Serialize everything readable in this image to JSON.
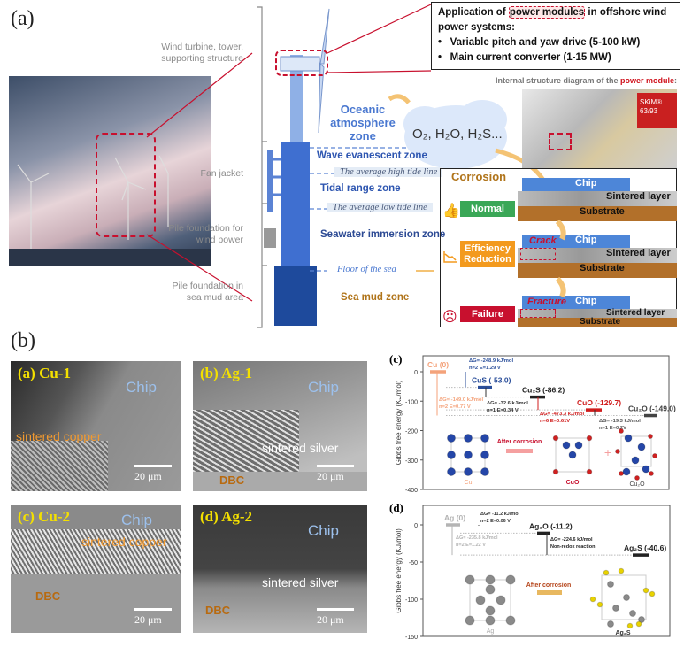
{
  "panel_a": {
    "label": "(a)",
    "left_labels": [
      "Wind turbine, tower, supporting structure",
      "Fan jacket",
      "Pile foundation for wind power",
      "Pile foundation in sea mud area"
    ],
    "zones": {
      "oceanic": "Oceanic atmosphere zone",
      "wave": "Wave evanescent zone",
      "high_tide": "The average high tide line",
      "tidal": "Tidal range zone",
      "low_tide": "The average low tide line",
      "immersion": "Seawater immersion zone",
      "floor": "Floor of the sea",
      "mud": "Sea mud zone"
    },
    "gases": "O₂, H₂O, H₂S...",
    "application_box": {
      "title_pre": "Application of ",
      "title_highlight": "power modules",
      "title_post": " in offshore wind power systems:",
      "items": [
        "Variable pitch and yaw drive  (5-100 kW)",
        "Main current converter  (1-15 MW)"
      ]
    },
    "internal_caption_pre": "Internal structure diagram of the ",
    "internal_caption_highlight": "power module",
    "internal_caption_post": ":",
    "module_text": [
      "SKiM®",
      "63/93"
    ],
    "corrosion": {
      "title": "Corrosion",
      "states": [
        {
          "label": "Normal",
          "color": "#3aa757",
          "icon": "thumbs-up-icon"
        },
        {
          "label": "Efficiency Reduction",
          "color": "#f39a1e",
          "icon": "declining-chart-icon",
          "defect": "Crack"
        },
        {
          "label": "Failure",
          "color": "#c8102e",
          "icon": "sad-face-icon",
          "defect": "Fracture"
        }
      ],
      "layers": {
        "chip": "Chip",
        "sintered": "Sintered layer",
        "substrate": "Substrate"
      }
    }
  },
  "panel_b": {
    "label": "(b)",
    "images": [
      {
        "label": "(a) Cu-1",
        "chip": "Chip",
        "material": "sintered copper",
        "substrate": "",
        "scale": "20 μm"
      },
      {
        "label": "(b) Ag-1",
        "chip": "Chip",
        "material": "sintered silver",
        "substrate": "DBC",
        "scale": "20 μm"
      },
      {
        "label": "(c) Cu-2",
        "chip": "Chip",
        "material": "sintered copper",
        "substrate": "DBC",
        "scale": "20 μm"
      },
      {
        "label": "(d) Ag-2",
        "chip": "Chip",
        "material": "sintered silver",
        "substrate": "DBC",
        "scale": "20 μm"
      }
    ]
  },
  "chart_data": [
    {
      "panel": "(c)",
      "type": "energy-level",
      "ylabel": "Gibbs free energy (KJ/mol)",
      "ylim": [
        -400,
        0
      ],
      "yticks": [
        "0",
        "-100",
        "-200",
        "-300",
        "-400"
      ],
      "levels": [
        {
          "label": "Cu (0)",
          "value": 0,
          "color": "#f4a27a"
        },
        {
          "label": "CuS (-53.0)",
          "value": -53.0,
          "color": "#2a4e9a"
        },
        {
          "label": "Cu₂S (-86.2)",
          "value": -86.2,
          "color": "#222222"
        },
        {
          "label": "CuO (-129.7)",
          "value": -129.7,
          "color": "#d01c1c"
        },
        {
          "label": "Cu₂O (-149.0)",
          "value": -149.0,
          "color": "#444444"
        }
      ],
      "annotations": [
        {
          "lines": [
            "ΔG= -248.9 kJ/mol",
            "n=2 E=1.29 V"
          ],
          "color": "#2a4e9a"
        },
        {
          "lines": [
            "ΔG= -149.0 kJ/mol",
            "n=2 E=0.77 V"
          ],
          "color": "#f4a27a"
        },
        {
          "lines": [
            "ΔG= -32.6 kJ/mol",
            "n=1 E=0.34 V"
          ],
          "color": "#333333"
        },
        {
          "lines": [
            "ΔG= -473.3 kJ/mol",
            "n=6 E=0.61V"
          ],
          "color": "#d01c1c"
        },
        {
          "lines": [
            "ΔG= -19.3 kJ/mol",
            "n=1 E=0.2V"
          ],
          "color": "#555555"
        }
      ],
      "structures": {
        "reactant": "Cu",
        "arrow": "After corrosion",
        "products": [
          "CuO",
          "Cu₂O"
        ]
      }
    },
    {
      "panel": "(d)",
      "type": "energy-level",
      "ylabel": "Gibbs free energy (KJ/mol)",
      "ylim": [
        -150,
        0
      ],
      "yticks": [
        "0",
        "-50",
        "-100",
        "-150"
      ],
      "levels": [
        {
          "label": "Ag (0)",
          "value": 0,
          "color": "#b4b4b4"
        },
        {
          "label": "Ag₂O (-11.2)",
          "value": -11.2,
          "color": "#222222"
        },
        {
          "label": "Ag₂S (-40.6)",
          "value": -40.6,
          "color": "#222222"
        }
      ],
      "annotations": [
        {
          "lines": [
            "ΔG= -11.2 kJ/mol",
            "n=2  E=0.06 V"
          ],
          "color": "#333333"
        },
        {
          "lines": [
            "ΔG= -235.8 kJ/mol",
            "n=2  E=1.22 V"
          ],
          "color": "#b4b4b4"
        },
        {
          "lines": [
            "ΔG= -224.6 kJ/mol",
            "Non-redox reaction"
          ],
          "color": "#222222"
        }
      ],
      "structures": {
        "reactant": "Ag",
        "arrow": "After corrosion",
        "products": [
          "Ag₂S"
        ]
      }
    }
  ]
}
